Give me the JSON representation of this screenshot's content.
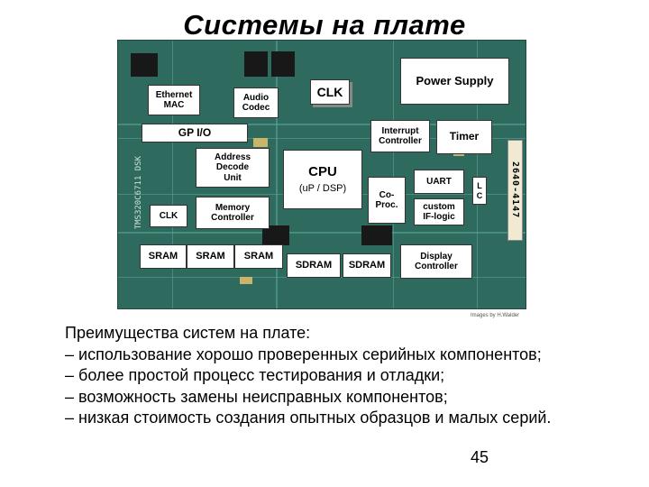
{
  "title": "Системы  на плате",
  "board": {
    "labels": {
      "ethernet_mac": "Ethernet\nMAC",
      "audio_codec": "Audio\nCodec",
      "clk_top": "CLK",
      "power_supply": "Power Supply",
      "gp_io": "GP I/O",
      "interrupt_controller": "Interrupt\nController",
      "timer": "Timer",
      "address_decode_unit": "Address\nDecode\nUnit",
      "cpu_title": "CPU",
      "cpu_sub": "(uP / DSP)",
      "uart": "UART",
      "lc": "L\nC",
      "co_proc": "Co-\nProc.",
      "custom_if_logic": "custom\nIF-logic",
      "memory_controller": "Memory\nController",
      "clk_left": "CLK",
      "sram": [
        "SRAM",
        "SRAM",
        "SRAM"
      ],
      "sdram": [
        "SDRAM",
        "SDRAM"
      ],
      "display_controller": "Display\nController"
    },
    "board_marking": "TMS320C6711 DSK",
    "serial_label": "2640-4147"
  },
  "credit": "Images by H.Walder",
  "body": {
    "heading": "Преимущества систем на плате:",
    "items": [
      "– использование хорошо проверенных серийных компонентов;",
      "– более простой процесс тестирования и отладки;",
      "– возможность замены неисправных компонентов;",
      "– низкая стоимость создания опытных образцов и малых серий."
    ]
  },
  "page_number": "45"
}
